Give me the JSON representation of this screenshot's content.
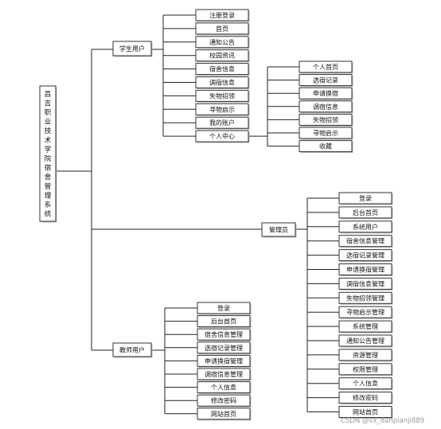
{
  "root": {
    "label": "昌吉职业技术学院宿舍管理系统"
  },
  "student": {
    "label": "学生用户",
    "items": [
      "注册登录",
      "首页",
      "通知公告",
      "校园资讯",
      "宿舍信息",
      "调宿信息",
      "失物招领",
      "寻物启示",
      "我的账户",
      "个人中心"
    ],
    "personal_center": {
      "label": "个人中心",
      "items": [
        "个人首页",
        "选宿记录",
        "申请换宿",
        "调宿信息",
        "失物招领",
        "寻物启示",
        "收藏"
      ]
    }
  },
  "admin": {
    "label": "管理员",
    "items": [
      "登录",
      "后台首页",
      "系统用户",
      "宿舍信息管理",
      "选宿记录管理",
      "申请换宿管理",
      "调宿信息管理",
      "失物招领管理",
      "寻物启示管理",
      "系统管理",
      "通知公告管理",
      "资源管理",
      "权限管理",
      "个人信息",
      "修改密码",
      "网站首页"
    ]
  },
  "teacher": {
    "label": "教师用户",
    "items": [
      "登录",
      "后台首页",
      "宿舍信息管理",
      "选宿记录管理",
      "申请换宿管理",
      "调宿信息管理",
      "个人信息",
      "修改密码",
      "网站首页"
    ]
  },
  "watermark": "CSDN @vx_danpianji889"
}
